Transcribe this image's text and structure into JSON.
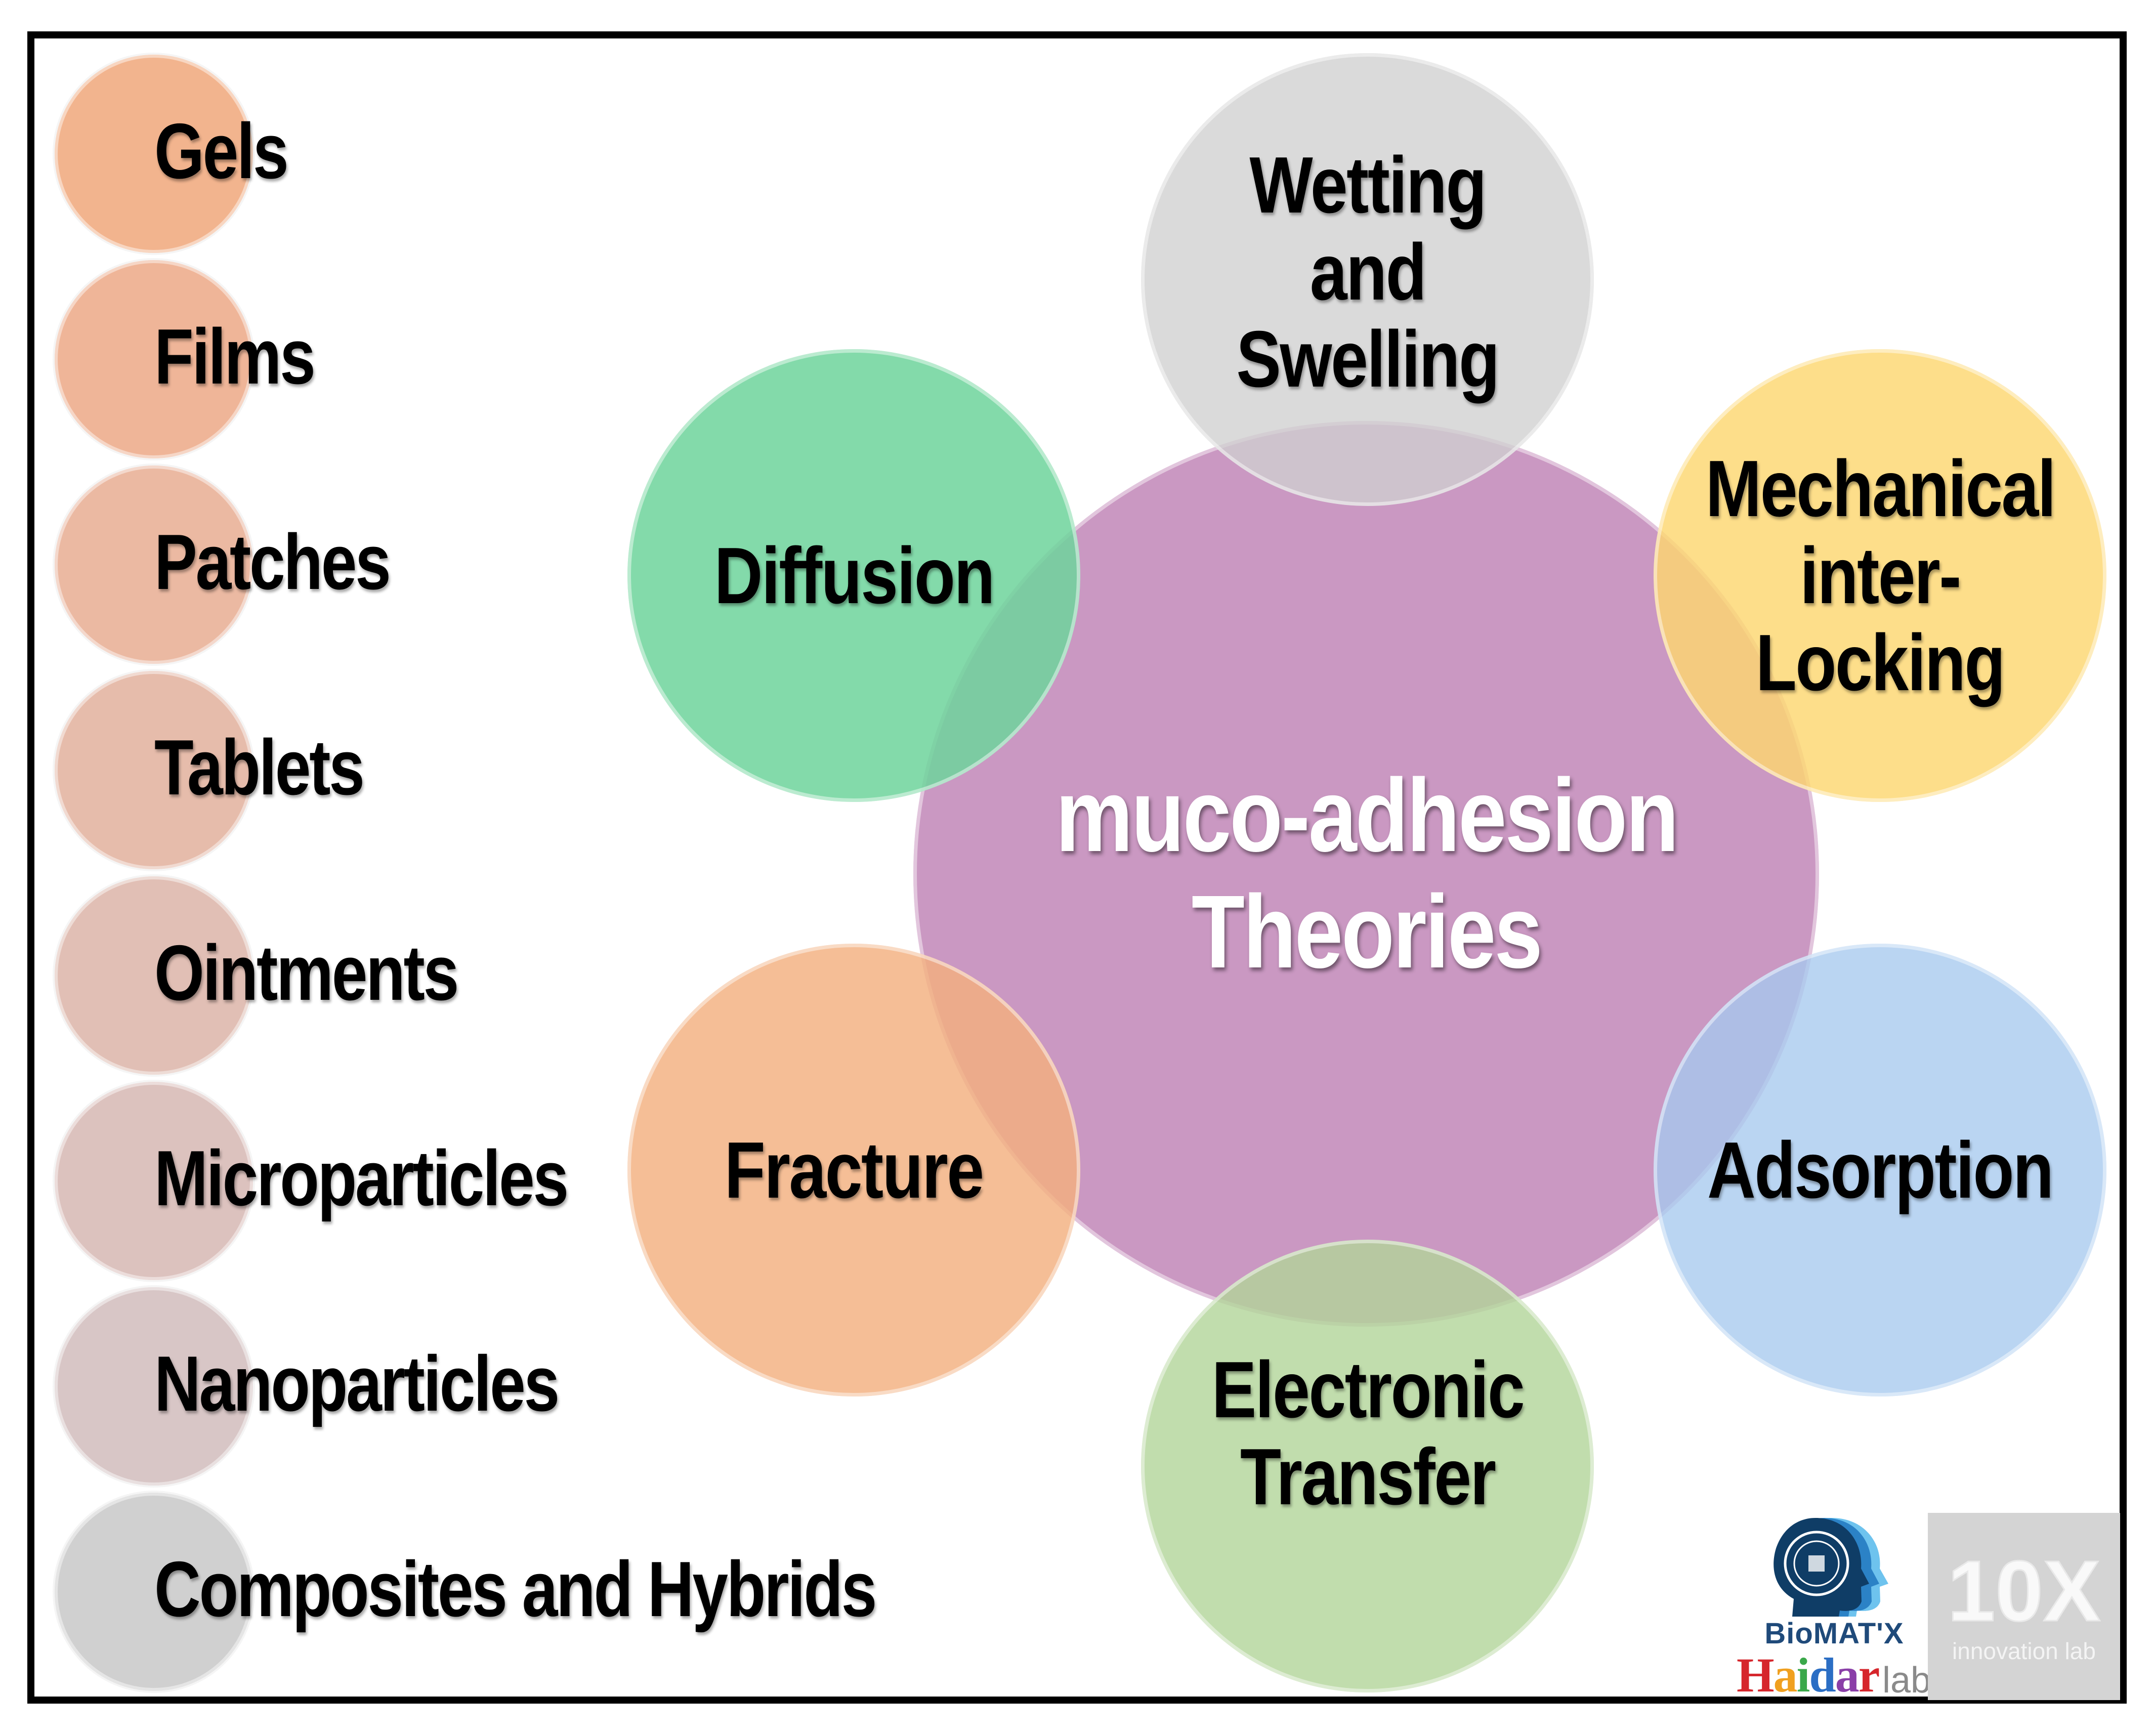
{
  "dosage_forms": [
    {
      "label": "Gels",
      "color": "#f2b48e"
    },
    {
      "label": "Films",
      "color": "#efb598"
    },
    {
      "label": "Patches",
      "color": "#ebb9a2"
    },
    {
      "label": "Tablets",
      "color": "#e6bcab"
    },
    {
      "label": "Ointments",
      "color": "#e1bfb5"
    },
    {
      "label": "Microparticles",
      "color": "#dcc2be"
    },
    {
      "label": "Nanoparticles",
      "color": "#d8c6c6"
    },
    {
      "label": "Composites and Hybrids",
      "color": "#d0d0d0"
    }
  ],
  "center": {
    "line1": "muco-adhesion",
    "line2": "Theories",
    "color": "#c58fbd"
  },
  "theories": {
    "wetting": {
      "lines": [
        "Wetting",
        "and",
        "Swelling"
      ],
      "color": "#cfcfcf"
    },
    "diffusion": {
      "lines": [
        "Diffusion"
      ],
      "color": "#6fd49c"
    },
    "mechanical": {
      "lines": [
        "Mechanical",
        "inter-",
        "Locking"
      ],
      "color": "#fcd770"
    },
    "fracture": {
      "lines": [
        "Fracture"
      ],
      "color": "#f3b07f"
    },
    "adsorption": {
      "lines": [
        "Adsorption"
      ],
      "color": "#a6c9ee"
    },
    "electronic": {
      "lines": [
        "Electronic",
        "Transfer"
      ],
      "color": "#b1d598"
    }
  },
  "logos": {
    "biomatx": "BioMAT'X",
    "haidar": "Haidar",
    "lab": "lab",
    "tenx_big": "10X",
    "tenx_small": "innovation lab"
  }
}
